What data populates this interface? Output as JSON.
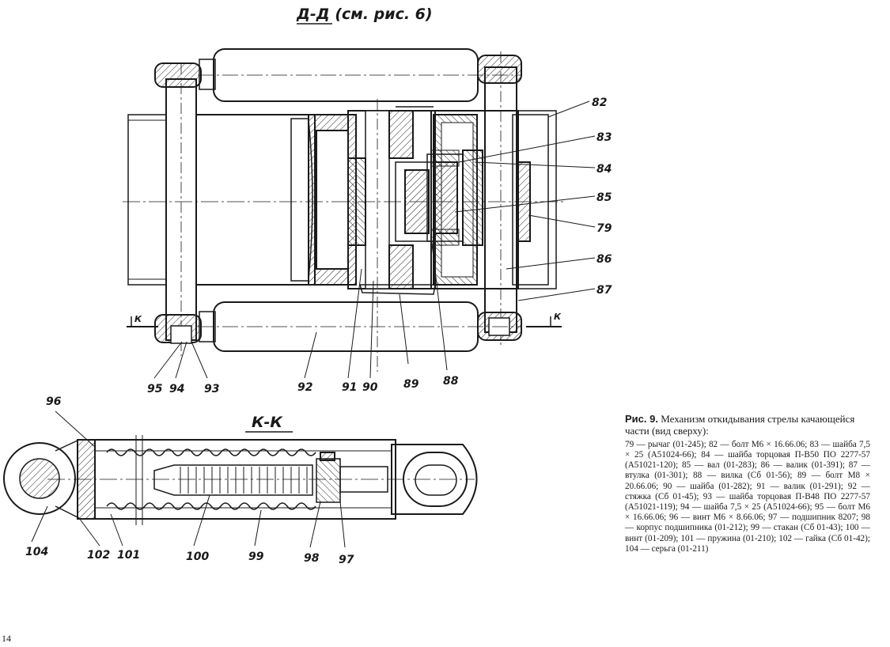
{
  "sections": {
    "top_title": "Д-Д (см. рис. 6)",
    "bottom_title": "К-К",
    "cut_mark": "К"
  },
  "labels": {
    "l82": "82",
    "l83": "83",
    "l84": "84",
    "l85": "85",
    "l79": "79",
    "l86": "86",
    "l87": "87",
    "l88": "88",
    "l89": "89",
    "l90": "90",
    "l91": "91",
    "l92": "92",
    "l93": "93",
    "l94": "94",
    "l95": "95",
    "l96": "96",
    "l97": "97",
    "l98": "98",
    "l99": "99",
    "l100": "100",
    "l101": "101",
    "l102": "102",
    "l104": "104"
  },
  "caption": {
    "fig_label": "Рис. 9.",
    "title": "Механизм откидывания стрелы качающейся части (вид сверху):",
    "body": "79 — рычаг (01-245); 82 — болт М6 × 16.66.06; 83 — шайба 7,5 × 25 (А51024-66); 84 — шайба торцовая П-В50 ПО 2277-57 (А51021-120); 85 — вал (01-283); 86 — валик (01-391); 87 — втулка (01-301); 88 — вилка (Сб 01-56); 89 — болт М8 × 20.66.06; 90 — шайба (01-282); 91 — валик (01-291); 92 — стяжка (Сб 01-45); 93 — шайба торцовая П-В48 ПО 2277-57 (А51021-119); 94 — шайба 7,5 × 25 (А51024-66); 95 — болт М6 × 16.66.06; 96 — винт М6 × 8.66.06; 97 — подшипник 8207; 98 — корпус подшипника (01-212); 99 — стакан (Сб 01-43); 100 — винт (01-209); 101 — пружина (01-210); 102 — гайка (Сб 01-42); 104 — серьга (01-211)"
  },
  "page_number": "14"
}
